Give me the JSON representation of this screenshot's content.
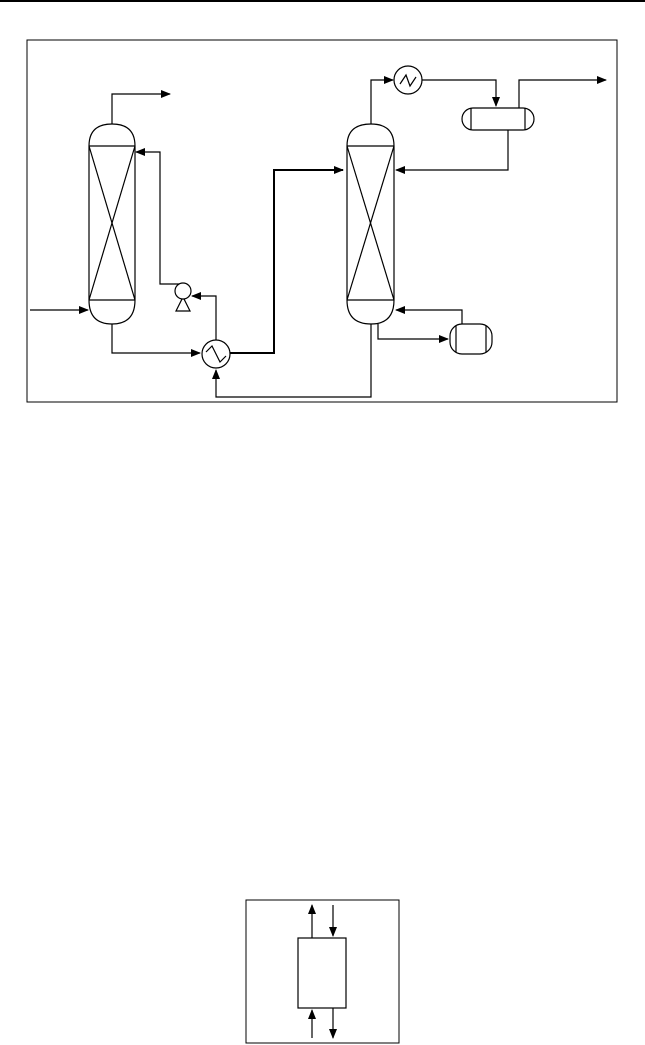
{
  "page": {
    "header_rule": true,
    "colors": {
      "line": "#000000",
      "background": "#ffffff"
    }
  },
  "figures": [
    {
      "id": "process-flow-diagram",
      "description_visible_text": "",
      "elements": [
        "absorber-column",
        "pump",
        "lean-rich-heat-exchanger",
        "stripper-column",
        "condenser",
        "reflux-drum",
        "reboiler"
      ]
    },
    {
      "id": "column-block-diagram",
      "description_visible_text": "",
      "elements": [
        "column-box",
        "top-outlet-arrow",
        "top-inlet-arrow",
        "bottom-inlet-arrow",
        "bottom-outlet-arrow"
      ]
    }
  ]
}
